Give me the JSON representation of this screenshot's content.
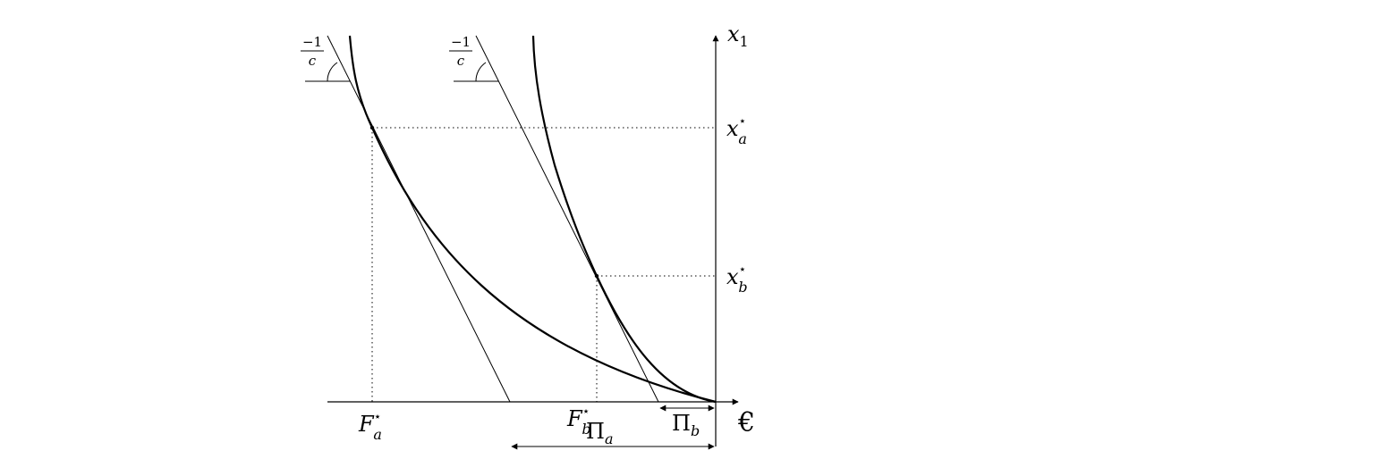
{
  "axes": {
    "vertical_label": {
      "base": "x",
      "sub": "1"
    },
    "horizontal_label": "€"
  },
  "levels": {
    "xa": {
      "base": "x",
      "sub": "a",
      "sup": "⋆"
    },
    "xb": {
      "base": "x",
      "sub": "b",
      "sup": "⋆"
    }
  },
  "points": {
    "Fa": {
      "base": "F",
      "sub": "a",
      "sup": "⋆"
    },
    "Fb": {
      "base": "F",
      "sub": "b",
      "sup": "⋆"
    }
  },
  "profits": {
    "Pa": {
      "base": "Π",
      "sub": "a"
    },
    "Pb": {
      "base": "Π",
      "sub": "b"
    }
  },
  "slope_label": {
    "numerator": "−1",
    "denominator": "c"
  }
}
